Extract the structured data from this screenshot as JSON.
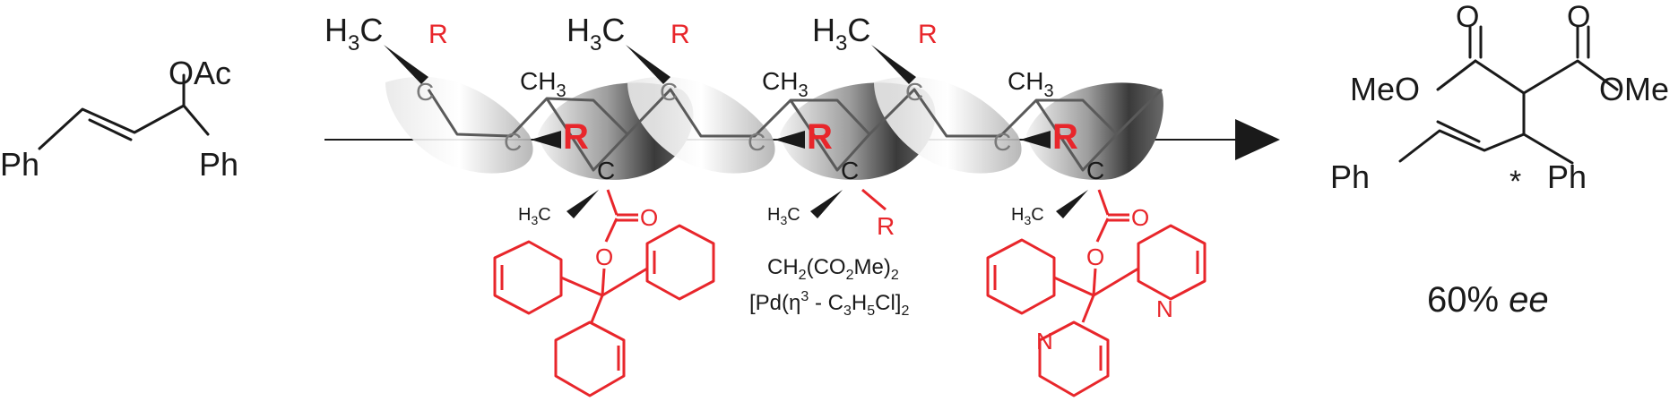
{
  "reactant": {
    "oac": "OAc",
    "ph_left": "Ph",
    "ph_right": "Ph"
  },
  "helix": {
    "units": [
      {
        "methyl": "H",
        "sub3": "3",
        "c": "C",
        "r_top": "R",
        "ch": "CH",
        "sub3b": "3",
        "c_mid": "C",
        "r_big": "R",
        "c_low": "C",
        "h3c": "H",
        "sub3c": "3",
        "c3": "C"
      },
      {
        "methyl": "H",
        "sub3": "3",
        "c": "C",
        "r_top": "R",
        "ch": "CH",
        "sub3b": "3",
        "c_mid": "C",
        "r_big": "R",
        "c_low": "C",
        "h3c": "H",
        "sub3c": "3",
        "c3": "C",
        "r_low": "R"
      },
      {
        "methyl": "H",
        "sub3": "3",
        "c": "C",
        "r_top": "R",
        "ch": "CH",
        "sub3b": "3",
        "c_mid": "C",
        "r_big": "R",
        "c_low": "C",
        "h3c": "H",
        "sub3c": "3",
        "c3": "C"
      }
    ],
    "ester_o1": "O",
    "ester_o2": "O",
    "ester2_o1": "O",
    "ester2_o2": "O",
    "pyridine_n1": "N",
    "pyridine_n2": "N"
  },
  "conditions": {
    "line1_a": "CH",
    "line1_sub2": "2",
    "line1_b": "(CO",
    "line1_sub2b": "2",
    "line1_c": "Me)",
    "line1_sub2c": "2",
    "line2_a": "[Pd(η",
    "line2_sup3": "3",
    "line2_b": " - C",
    "line2_sub3": "3",
    "line2_c": "H",
    "line2_sub5": "5",
    "line2_d": "Cl]",
    "line2_sub2": "2"
  },
  "product": {
    "o_top_left": "O",
    "o_top_right": "O",
    "meo": "MeO",
    "ome": "OMe",
    "ph_left": "Ph",
    "star": "*",
    "ph_right": "Ph"
  },
  "result": {
    "value": "60% ",
    "ee": "ee"
  },
  "colors": {
    "accent_red": "#e8262b",
    "ink": "#1a1a1a",
    "helix_gray": "#8c8c8c"
  }
}
